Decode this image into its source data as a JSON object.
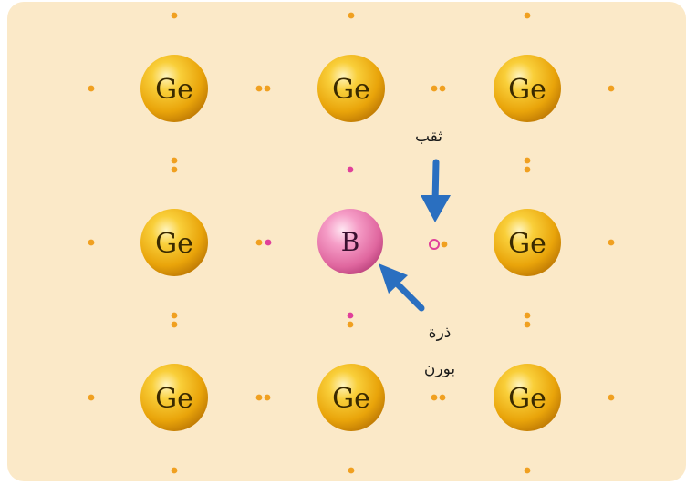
{
  "atoms": [
    {
      "id": "ge-top-left",
      "label": "Ge"
    },
    {
      "id": "ge-top-center",
      "label": "Ge"
    },
    {
      "id": "ge-top-right",
      "label": "Ge"
    },
    {
      "id": "ge-middle-left",
      "label": "Ge"
    },
    {
      "id": "boron-center",
      "label": "B"
    },
    {
      "id": "ge-middle-right",
      "label": "Ge"
    },
    {
      "id": "ge-bottom-left",
      "label": "Ge"
    },
    {
      "id": "ge-bottom-center",
      "label": "Ge"
    },
    {
      "id": "ge-bottom-right",
      "label": "Ge"
    }
  ],
  "annotations": {
    "hole_label": "ثقب",
    "boron_label_line1": "ذرة",
    "boron_label_line2": "بورن"
  },
  "colors": {
    "background": "#fbe9c8",
    "ge_atom": "#f2b413",
    "boron_atom": "#ec7ab0",
    "electron": "#f0a020",
    "boron_electron": "#e0409a",
    "arrow": "#2a6fc0"
  }
}
